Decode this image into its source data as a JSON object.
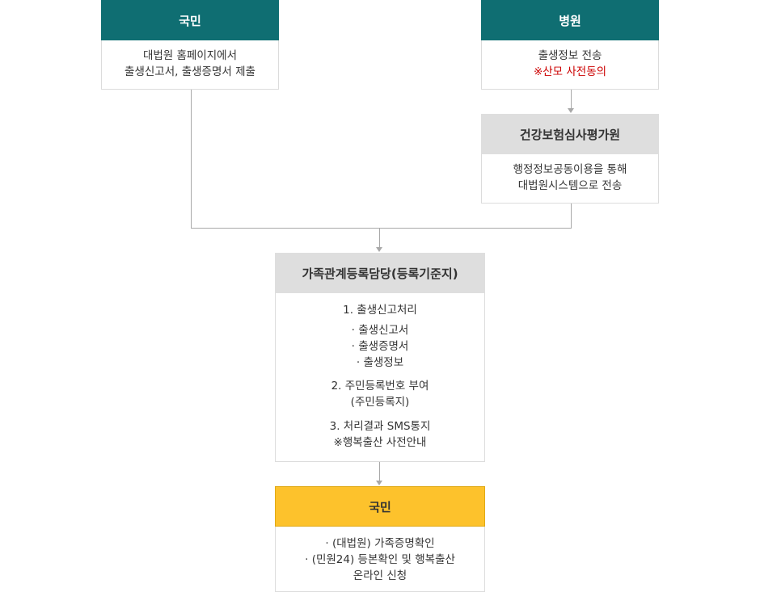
{
  "citizen_box": {
    "title": "국민",
    "lines": [
      "대법원 홈페이지에서",
      "출생신고서, 출생증명서 제출"
    ]
  },
  "hospital_box": {
    "title": "병원",
    "line1": "출생정보 전송",
    "line2": "※산모 사전동의"
  },
  "hira_box": {
    "title": "건강보험심사평가원",
    "lines": [
      "행정정보공동이용을 통해",
      "대법원시스템으로 전송"
    ]
  },
  "registry_box": {
    "title": "가족관계등록담당(등록기준지)",
    "step1": "1. 출생신고처리",
    "step1_items": [
      "출생신고서",
      "출생증명서",
      "출생정보"
    ],
    "step2": [
      "2. 주민등록번호 부여",
      "(주민등록지)"
    ],
    "step3": [
      "3. 처리결과 SMS통지",
      "※행복출산 사전안내"
    ]
  },
  "result_box": {
    "title": "국민",
    "item1": "(대법원) 가족증명확인",
    "item2": "(민원24) 등본확인 및 행복출산",
    "item2_cont": "온라인 신청"
  },
  "colors": {
    "teal": "#0f6e72",
    "gray": "#dedede",
    "yellow": "#fdc22c",
    "note_red": "#cc0000"
  }
}
